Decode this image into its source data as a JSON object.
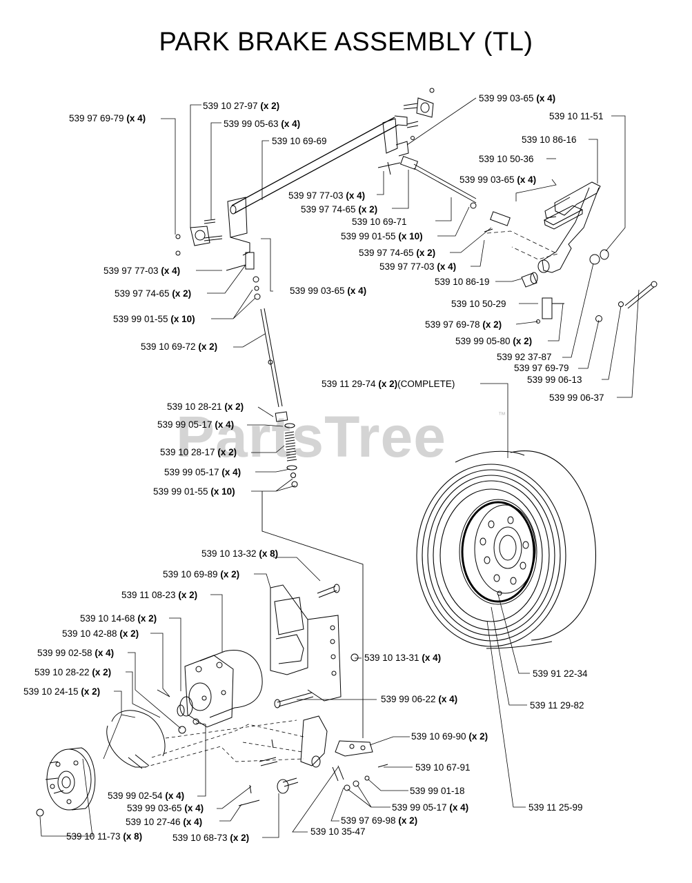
{
  "title": "PARK BRAKE ASSEMBLY (TL)",
  "watermark": "PartsTree",
  "watermark_tm": "™",
  "labels": [
    {
      "id": "a01",
      "part": "539 97 69-79",
      "qty": "(x 4)"
    },
    {
      "id": "a02",
      "part": "539 10 27-97",
      "qty": "(x 2)"
    },
    {
      "id": "a03",
      "part": "539 99 05-63",
      "qty": "(x 4)"
    },
    {
      "id": "a04",
      "part": "539 10 69-69",
      "qty": ""
    },
    {
      "id": "a05",
      "part": "539 99 03-65",
      "qty": "(x 4)"
    },
    {
      "id": "a06",
      "part": "539 10 11-51",
      "qty": ""
    },
    {
      "id": "a07",
      "part": "539 10 86-16",
      "qty": ""
    },
    {
      "id": "a08",
      "part": "539 10 50-36",
      "qty": ""
    },
    {
      "id": "a09",
      "part": "539 99 03-65",
      "qty": "(x 4)"
    },
    {
      "id": "a10",
      "part": "539 97 77-03",
      "qty": "(x 4)"
    },
    {
      "id": "a11",
      "part": "539 97 74-65",
      "qty": "(x 2)"
    },
    {
      "id": "a12",
      "part": "539 10 69-71",
      "qty": ""
    },
    {
      "id": "a13",
      "part": "539 99 01-55",
      "qty": "(x 10)"
    },
    {
      "id": "a14",
      "part": "539 97 74-65",
      "qty": "(x 2)"
    },
    {
      "id": "a15",
      "part": "539 97 77-03",
      "qty": "(x 4)"
    },
    {
      "id": "a16",
      "part": "539 10 86-19",
      "qty": ""
    },
    {
      "id": "a17",
      "part": "539 97 77-03",
      "qty": "(x 4)"
    },
    {
      "id": "a18",
      "part": "539 97 74-65",
      "qty": "(x 2)"
    },
    {
      "id": "a19",
      "part": "539 99 03-65",
      "qty": "(x 4)"
    },
    {
      "id": "a20",
      "part": "539 99 01-55",
      "qty": "(x 10)"
    },
    {
      "id": "a21",
      "part": "539 10 69-72",
      "qty": "(x 2)"
    },
    {
      "id": "a22",
      "part": "539 10 50-29",
      "qty": ""
    },
    {
      "id": "a23",
      "part": "539 97 69-78",
      "qty": "(x 2)"
    },
    {
      "id": "a24",
      "part": "539 99 05-80",
      "qty": "(x 2)"
    },
    {
      "id": "a25",
      "part": "539 92 37-87",
      "qty": ""
    },
    {
      "id": "a26",
      "part": "539 97 69-79",
      "qty": ""
    },
    {
      "id": "a27",
      "part": "539 99 06-13",
      "qty": ""
    },
    {
      "id": "a28",
      "part": "539 99 06-37",
      "qty": ""
    },
    {
      "id": "a29",
      "part": "539 11 29-74",
      "qty": "(x 2)",
      "suffix": "(COMPLETE)"
    },
    {
      "id": "a30",
      "part": "539 10 28-21",
      "qty": "(x 2)"
    },
    {
      "id": "a31",
      "part": "539 99 05-17",
      "qty": "(x 4)"
    },
    {
      "id": "a32",
      "part": "539 10 28-17",
      "qty": "(x 2)"
    },
    {
      "id": "a33",
      "part": "539 99 05-17",
      "qty": "(x 4)"
    },
    {
      "id": "a34",
      "part": "539 99 01-55",
      "qty": "(x 10)"
    },
    {
      "id": "a35",
      "part": "539 10 13-32",
      "qty": "(x 8)"
    },
    {
      "id": "a36",
      "part": "539 10 69-89",
      "qty": "(x 2)"
    },
    {
      "id": "a37",
      "part": "539 11 08-23",
      "qty": "(x 2)"
    },
    {
      "id": "a38",
      "part": "539 10 14-68",
      "qty": "(x 2)"
    },
    {
      "id": "a39",
      "part": "539 10 42-88",
      "qty": "(x 2)"
    },
    {
      "id": "a40",
      "part": "539 99 02-58",
      "qty": "(x 4)"
    },
    {
      "id": "a41",
      "part": "539 10 28-22",
      "qty": "(x 2)"
    },
    {
      "id": "a42",
      "part": "539 10 24-15",
      "qty": "(x 2)"
    },
    {
      "id": "a43",
      "part": "539 10 13-31",
      "qty": "(x 4)"
    },
    {
      "id": "a44",
      "part": "539 99 06-22",
      "qty": "(x 4)"
    },
    {
      "id": "a45",
      "part": "539 91 22-34",
      "qty": ""
    },
    {
      "id": "a46",
      "part": "539 11 29-82",
      "qty": ""
    },
    {
      "id": "a47",
      "part": "539 10 69-90",
      "qty": "(x 2)"
    },
    {
      "id": "a48",
      "part": "539 10 67-91",
      "qty": ""
    },
    {
      "id": "a49",
      "part": "539 99 01-18",
      "qty": ""
    },
    {
      "id": "a50",
      "part": "539 99 05-17",
      "qty": "(x 4)"
    },
    {
      "id": "a51",
      "part": "539 11 25-99",
      "qty": ""
    },
    {
      "id": "a52",
      "part": "539 99 02-54",
      "qty": "(x 4)"
    },
    {
      "id": "a53",
      "part": "539 99 03-65",
      "qty": "(x 4)"
    },
    {
      "id": "a54",
      "part": "539 10 27-46",
      "qty": "(x 4)"
    },
    {
      "id": "a55",
      "part": "539 97 69-98",
      "qty": "(x 2)"
    },
    {
      "id": "a56",
      "part": "539 10 35-47",
      "qty": ""
    },
    {
      "id": "a57",
      "part": "539 10 11-73",
      "qty": "(x 8)"
    },
    {
      "id": "a58",
      "part": "539 10 68-73",
      "qty": "(x 2)"
    }
  ]
}
